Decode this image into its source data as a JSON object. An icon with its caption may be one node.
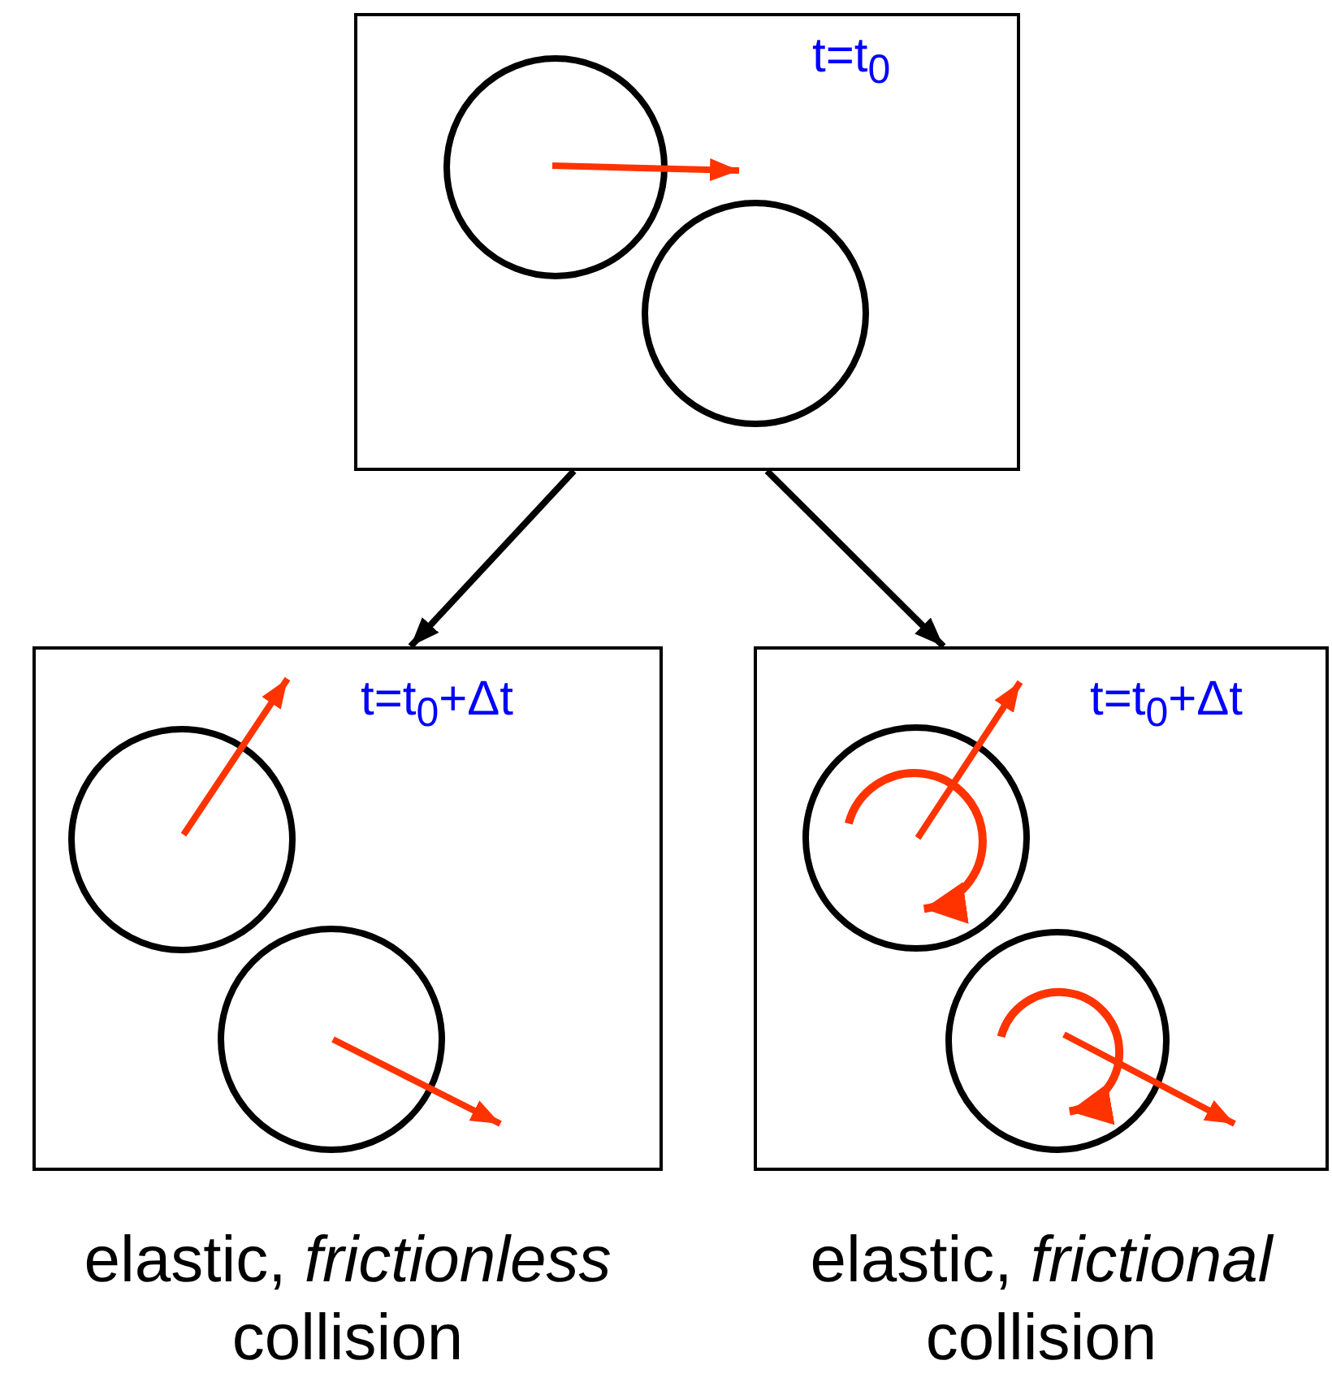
{
  "diagram": {
    "nodes": [
      {
        "text": [
          "t=t$_{0}$"
        ]
      },
      {
        "text": [
          "t=t$_{0}$+Δt"
        ],
        "beside": [
          "elastic, *frictionless* collision"
        ]
      },
      {
        "text": [
          "t=t$_{0}$+Δt"
        ],
        "beside": [
          "elastic, *frictional* collision"
        ]
      }
    ],
    "edges": [
      {
        "from": 0,
        "to": 1,
        "arrow": "to"
      },
      {
        "from": 0,
        "to": 2,
        "arrow": "to"
      }
    ]
  }
}
